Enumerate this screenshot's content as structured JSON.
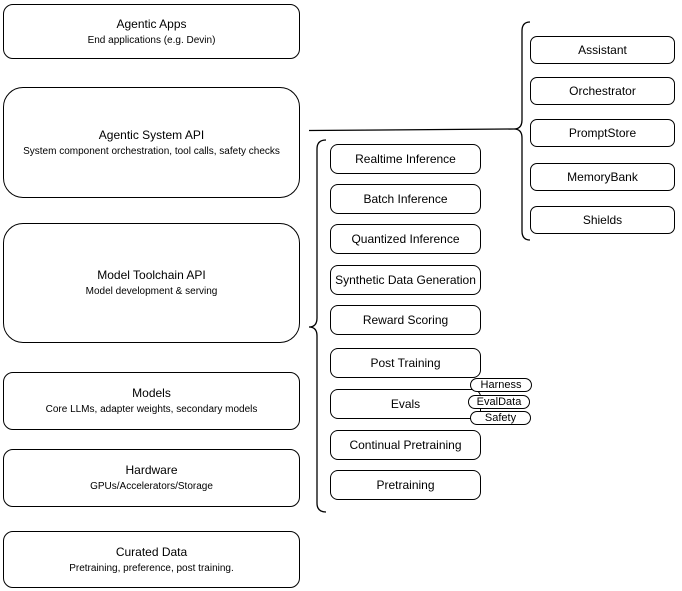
{
  "stack_layers": [
    {
      "title": "Agentic Apps",
      "subtitle": "End applications (e.g. Devin)"
    },
    {
      "title": "Agentic System API",
      "subtitle": "System component orchestration, tool calls, safety checks"
    },
    {
      "title": "Model Toolchain API",
      "subtitle": "Model development & serving"
    },
    {
      "title": "Models",
      "subtitle": "Core LLMs, adapter weights, secondary models"
    },
    {
      "title": "Hardware",
      "subtitle": "GPUs/Accelerators/Storage"
    },
    {
      "title": "Curated Data",
      "subtitle": "Pretraining, preference, post training."
    }
  ],
  "toolchain_components": [
    "Realtime Inference",
    "Batch Inference",
    "Quantized Inference",
    "Synthetic Data Generation",
    "Reward Scoring",
    "Post Training",
    "Evals",
    "Continual Pretraining",
    "Pretraining"
  ],
  "evals_tags": [
    "Harness",
    "EvalData",
    "Safety"
  ],
  "system_components": [
    "Assistant",
    "Orchestrator",
    "PromptStore",
    "MemoryBank",
    "Shields"
  ],
  "colors": {
    "stroke": "#000000",
    "background": "#ffffff"
  }
}
